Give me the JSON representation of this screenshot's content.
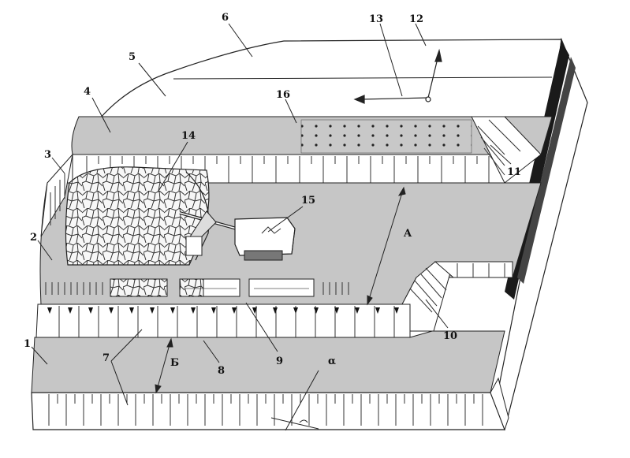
{
  "figure": {
    "labels": {
      "l1": "1",
      "l2": "2",
      "l3": "3",
      "l4": "4",
      "l5": "5",
      "l6": "6",
      "l7": "7",
      "l8": "8",
      "l9": "9",
      "l10": "10",
      "l11": "11",
      "l12": "12",
      "l13": "13",
      "l14": "14",
      "l15": "15",
      "l16": "16",
      "A": "A",
      "B": "Б",
      "alpha": "α"
    }
  }
}
